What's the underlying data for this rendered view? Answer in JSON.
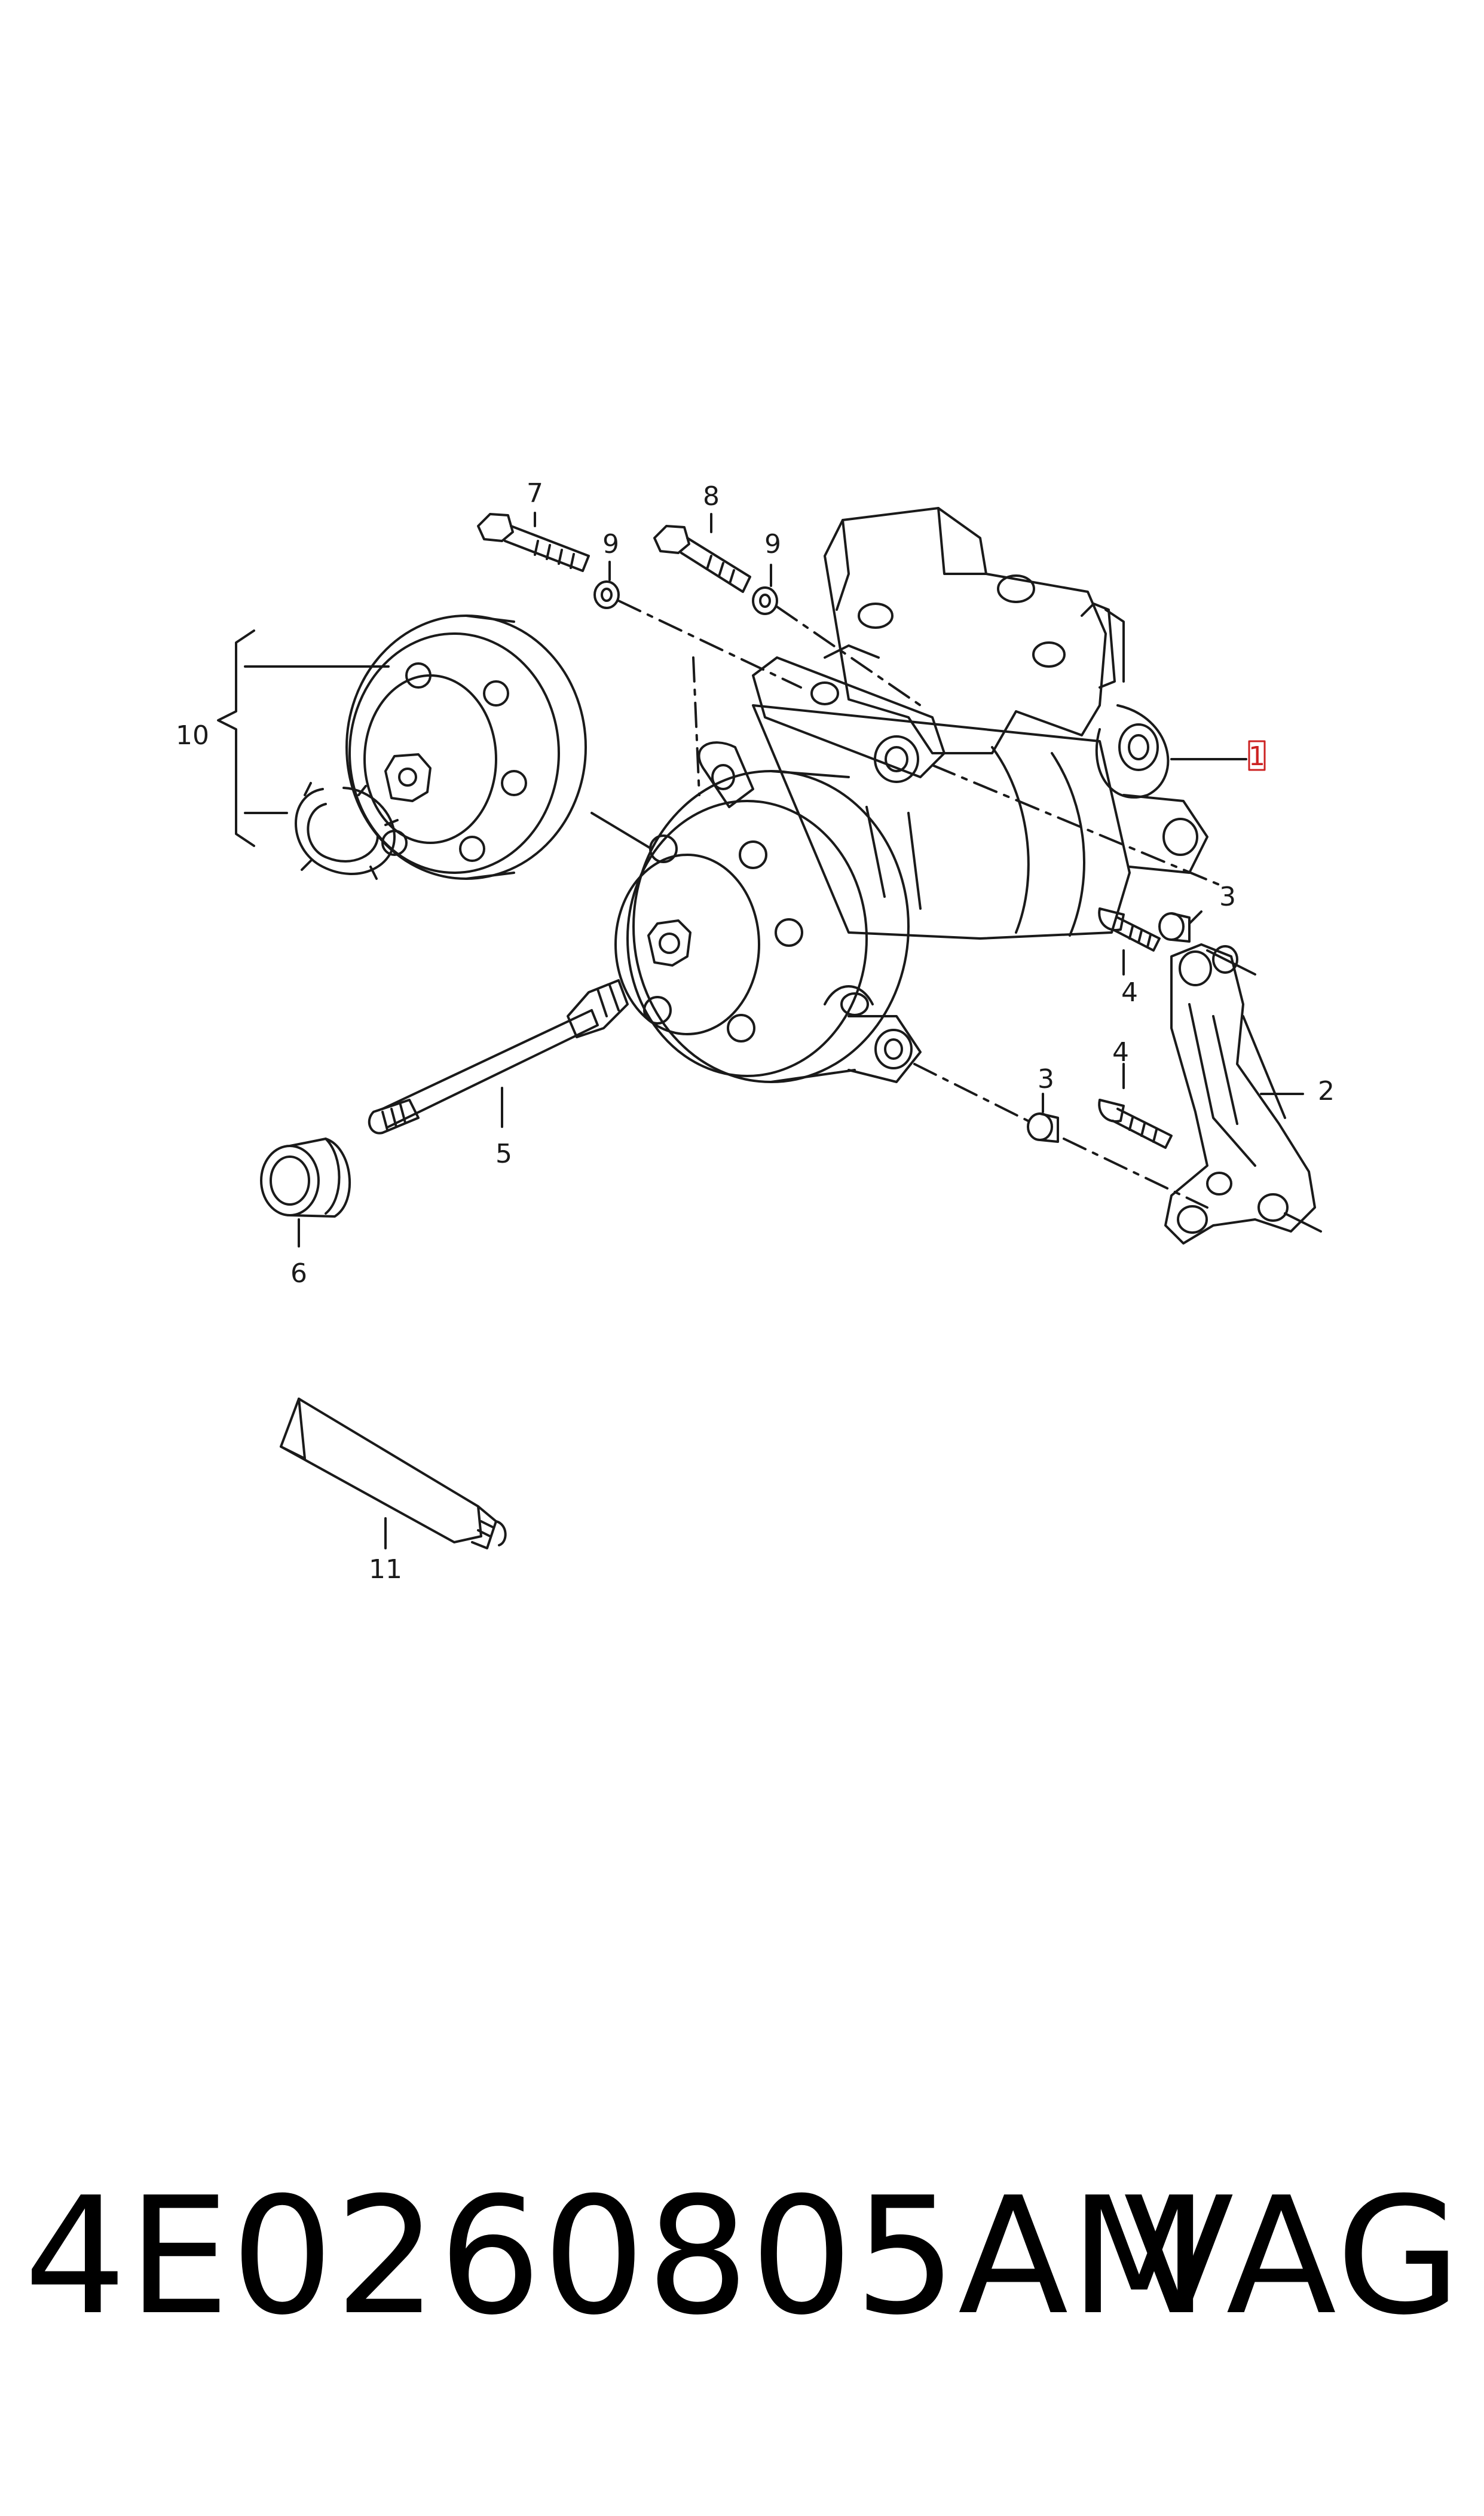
{
  "callouts": {
    "c1": "1",
    "c2": "2",
    "c3a": "3",
    "c3b": "3",
    "c4a": "4",
    "c4b": "4",
    "c5": "5",
    "c6": "6",
    "c7": "7",
    "c8": "8",
    "c9a": "9",
    "c9b": "9",
    "c10": "10",
    "c11": "11"
  },
  "footer": {
    "part_number": "4E0260805AM",
    "brand": "VAG"
  },
  "colors": {
    "line": "#1a1a1a",
    "highlight_box": "#cc2222"
  }
}
